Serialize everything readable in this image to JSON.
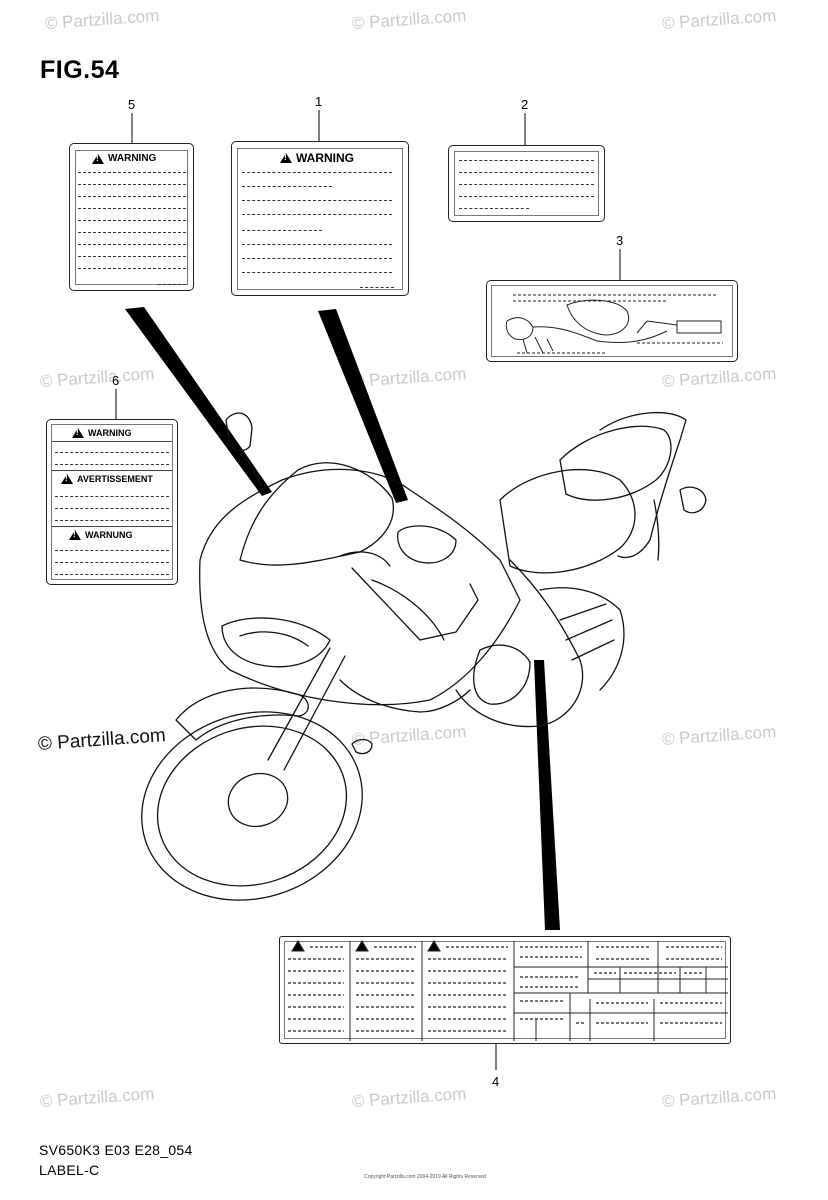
{
  "figure": {
    "title": "FIG.54"
  },
  "callouts": [
    "1",
    "2",
    "3",
    "4",
    "5",
    "6"
  ],
  "labels": {
    "label1": {
      "heading": "WARNING"
    },
    "label5": {
      "heading": "WARNING"
    },
    "label6": {
      "headings": [
        "WARNING",
        "AVERTISSEMENT",
        "WARNUNG"
      ]
    }
  },
  "watermark": {
    "text": "© Partzilla.com"
  },
  "footer": {
    "code": "SV650K3 E03 E28_054",
    "name": "LABEL-C",
    "copyright": "Copyright Partzilla.com 2004-2019 All Rights Reserved"
  }
}
